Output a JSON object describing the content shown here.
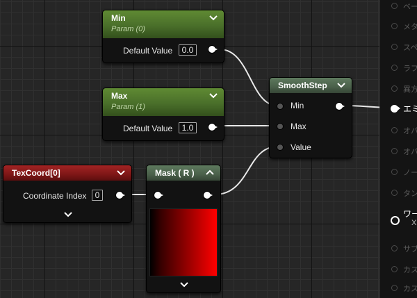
{
  "nodes": {
    "min": {
      "title": "Min",
      "subtitle": "Param (0)",
      "field_label": "Default Value",
      "field_value": "0.0"
    },
    "max": {
      "title": "Max",
      "subtitle": "Param (1)",
      "field_label": "Default Value",
      "field_value": "1.0"
    },
    "smoothstep": {
      "title": "SmoothStep",
      "pins": [
        "Min",
        "Max",
        "Value"
      ]
    },
    "texcoord": {
      "title": "TexCoord[0]",
      "field_label": "Coordinate Index",
      "field_value": "0"
    },
    "mask": {
      "title": "Mask ( R )"
    }
  },
  "output_panel": {
    "rows": [
      {
        "label": "ベー"
      },
      {
        "label": "メタ"
      },
      {
        "label": "スペ"
      },
      {
        "label": "ラフ"
      },
      {
        "label": "異方"
      },
      {
        "label": "エミ"
      },
      {
        "label": "オパ"
      },
      {
        "label": "オパ"
      },
      {
        "label": "ノー"
      },
      {
        "label": "タン"
      },
      {
        "label": "ワー",
        "sub": "X"
      },
      {
        "label": "サブ"
      },
      {
        "label": "カス"
      },
      {
        "label": "カス"
      }
    ]
  },
  "colors": {
    "node_header_param": "#4a6f2a",
    "node_header_texcoord": "#7e1616",
    "node_header_mask": "#4a604a",
    "wire": "#e8e8e8",
    "mask_preview": "#ff0000"
  }
}
